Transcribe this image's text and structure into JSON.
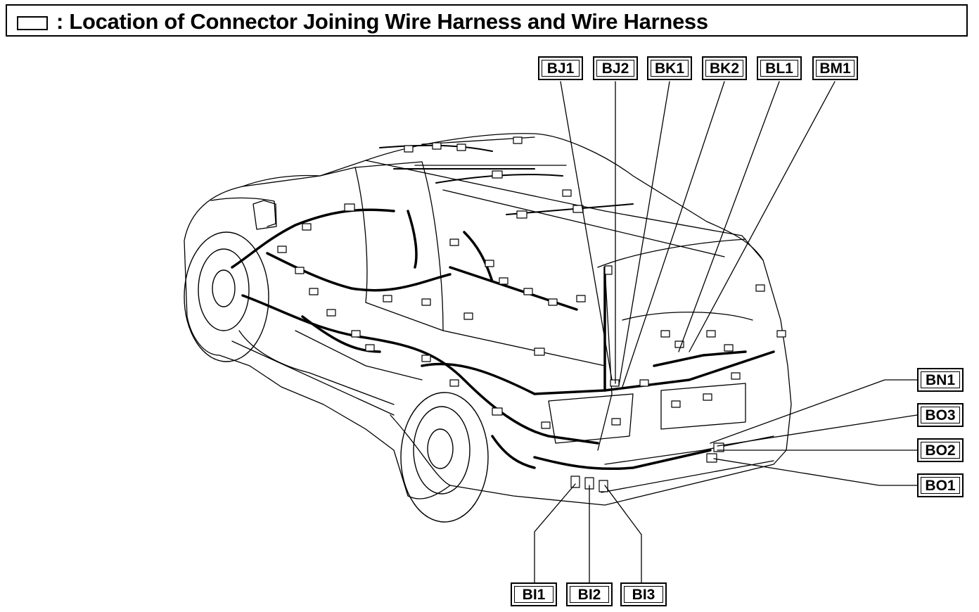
{
  "title": ": Location of Connector Joining Wire Harness and Wire Harness",
  "connectors": {
    "bj1": "BJ1",
    "bj2": "BJ2",
    "bk1": "BK1",
    "bk2": "BK2",
    "bl1": "BL1",
    "bm1": "BM1",
    "bn1": "BN1",
    "bo3": "BO3",
    "bo2": "BO2",
    "bo1": "BO1",
    "bi1": "BI1",
    "bi2": "BI2",
    "bi3": "BI3"
  }
}
